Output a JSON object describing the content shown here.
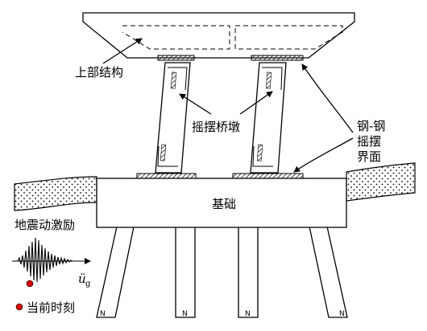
{
  "labels": {
    "superstructure": "上部结构",
    "rocking_pier": "摇摆桥墩",
    "interface_line1": "钢-钢",
    "interface_line2": "摇摆",
    "interface_line3": "界面",
    "foundation": "基础",
    "seismic_excitation": "地震动激励",
    "current_time": "当前时刻",
    "accel_symbol": "ü",
    "accel_subscript": "g",
    "pile_mark": "N"
  },
  "colors": {
    "line": "#000000",
    "marker": "#d40000",
    "background": "#ffffff"
  }
}
